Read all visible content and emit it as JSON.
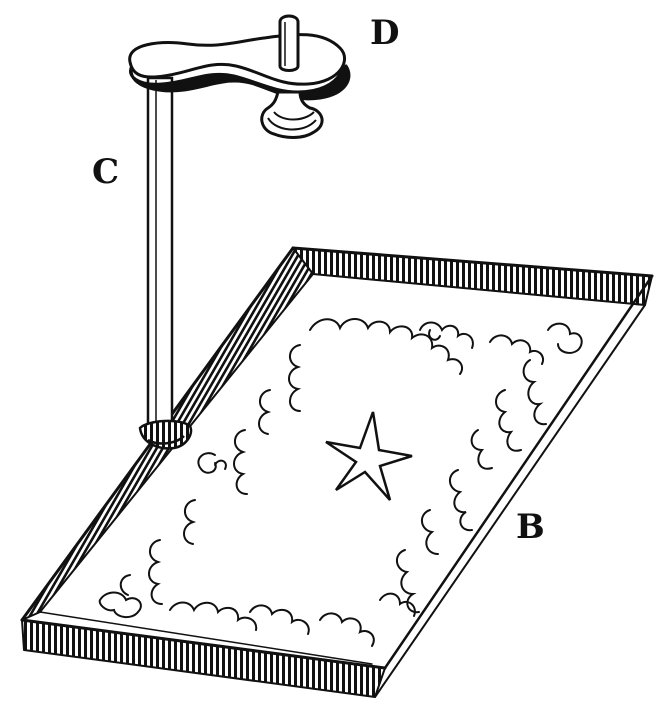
{
  "figure": {
    "labels": {
      "d": "D",
      "c": "C",
      "b": "B"
    },
    "ink_color": "#111111",
    "paper_color": "#ffffff"
  }
}
